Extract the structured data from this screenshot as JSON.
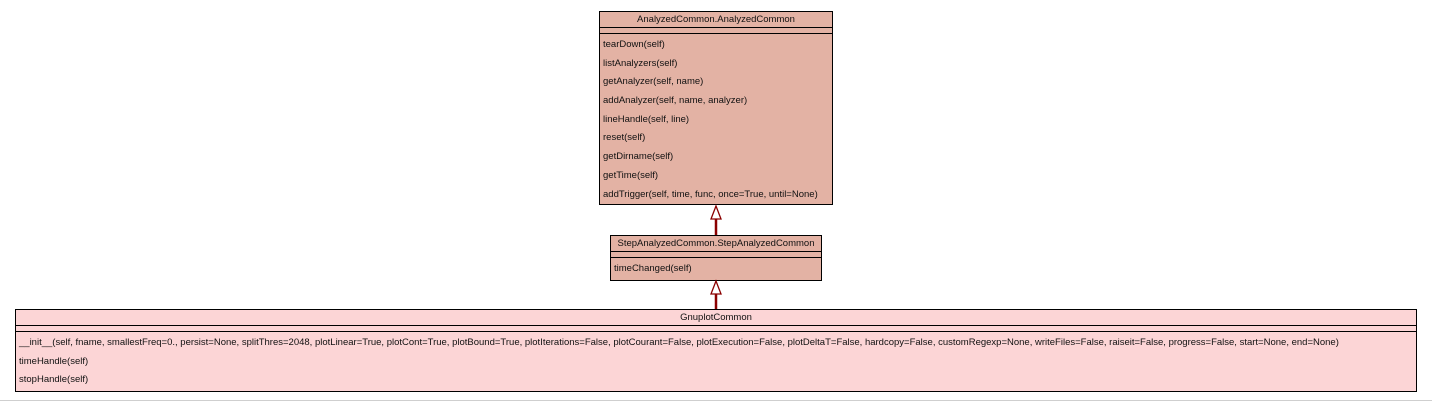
{
  "diagram": {
    "colors": {
      "base_fill": "#e3b2a4",
      "leaf_fill": "#fcd5d6",
      "edge": "#8b0000",
      "border": "#000000"
    },
    "classes": [
      {
        "name": "AnalyzedCommon.AnalyzedCommon",
        "methods": [
          "tearDown(self)",
          "listAnalyzers(self)",
          "getAnalyzer(self, name)",
          "addAnalyzer(self, name, analyzer)",
          "lineHandle(self, line)",
          "reset(self)",
          "getDirname(self)",
          "getTime(self)",
          "addTrigger(self, time, func, once=True, until=None)"
        ]
      },
      {
        "name": "StepAnalyzedCommon.StepAnalyzedCommon",
        "methods": [
          "timeChanged(self)"
        ]
      },
      {
        "name": "GnuplotCommon",
        "methods": [
          "__init__(self, fname, smallestFreq=0., persist=None, splitThres=2048, plotLinear=True, plotCont=True, plotBound=True, plotIterations=False, plotCourant=False, plotExecution=False, plotDeltaT=False, hardcopy=False, customRegexp=None, writeFiles=False, raiseit=False, progress=False, start=None, end=None)",
          "timeHandle(self)",
          "stopHandle(self)"
        ]
      }
    ],
    "edges": [
      {
        "from": "StepAnalyzedCommon.StepAnalyzedCommon",
        "to": "AnalyzedCommon.AnalyzedCommon",
        "kind": "inheritance"
      },
      {
        "from": "GnuplotCommon",
        "to": "StepAnalyzedCommon.StepAnalyzedCommon",
        "kind": "inheritance"
      }
    ]
  }
}
